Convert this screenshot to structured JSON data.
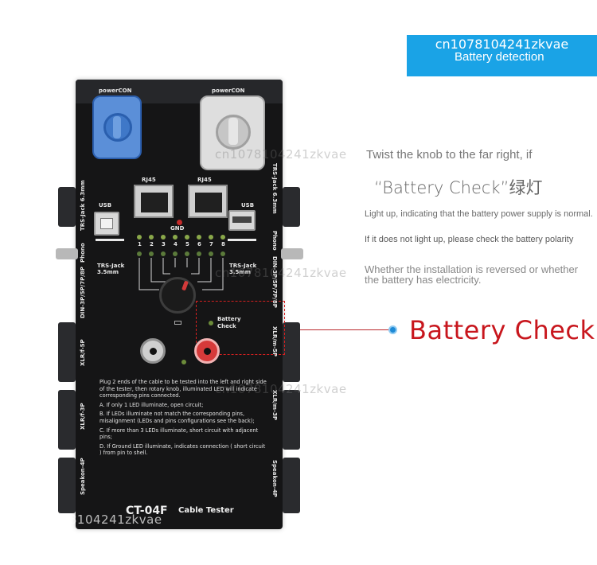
{
  "header": {
    "watermark": "cn1078104241zkvae",
    "title": "Battery detection",
    "color": "#1aa3e6"
  },
  "description": {
    "line1": "Twist the knob to the far right, if",
    "line2": "“Battery Check”绿灯",
    "line3": "Light up, indicating that the battery power supply is normal.",
    "line4": "If it does not light up, please check the battery polarity",
    "line5": "Whether the installation is reversed or whether the battery has electricity."
  },
  "callout": {
    "label": "Battery Check",
    "color": "#c8161d"
  },
  "watermarks": [
    "cn1078104241zkvae",
    "cn1078104241zkvae",
    "cn1078104241zkvae",
    "cn1078104241zkvae"
  ],
  "device": {
    "powercon_left": "powerCON",
    "powercon_right": "powerCON",
    "rj45_left": "RJ45",
    "rj45_right": "RJ45",
    "usb_left": "USB",
    "usb_right": "USB",
    "gnd": "GND",
    "pin_numbers": [
      "1",
      "2",
      "3",
      "4",
      "5",
      "6",
      "7",
      "8"
    ],
    "trs_left": "TRS-Jack\n3.5mm",
    "trs_right": "TRS-Jack\n3.5mm",
    "battery_check": "Battery\nCheck",
    "side_left": [
      "TRS-Jack 6.3mm",
      "Phono",
      "DIN-3P/5P/7P/8P",
      "XLR/f-5P",
      "XLR/f-3P",
      "Speakon-4P"
    ],
    "side_right": [
      "TRS-Jack 6.3mm",
      "Phono",
      "DIN-3P/5P/7P/8P",
      "XLR/m-5P",
      "XLR/m-3P",
      "Speakon-4P"
    ],
    "instructions": [
      "Plug 2 ends of the cable to be tested into the left and right side of the tester, then rotary knob, illuminated LED will indicate corresponding pins connected.",
      "A. If only 1 LED illuminate,  open circuit;",
      "B. If LEDs illuminate not match the corresponding pins, misalignment (LEDs and pins configurations see the back);",
      "C. If more than 3 LEDs illuminate, short circuit with adjacent pins;",
      "D. If Ground LED illuminate, indicates connection ( short circuit )  from pin to shell."
    ],
    "model": "CT-04F",
    "model_sub": "Cable Tester"
  }
}
